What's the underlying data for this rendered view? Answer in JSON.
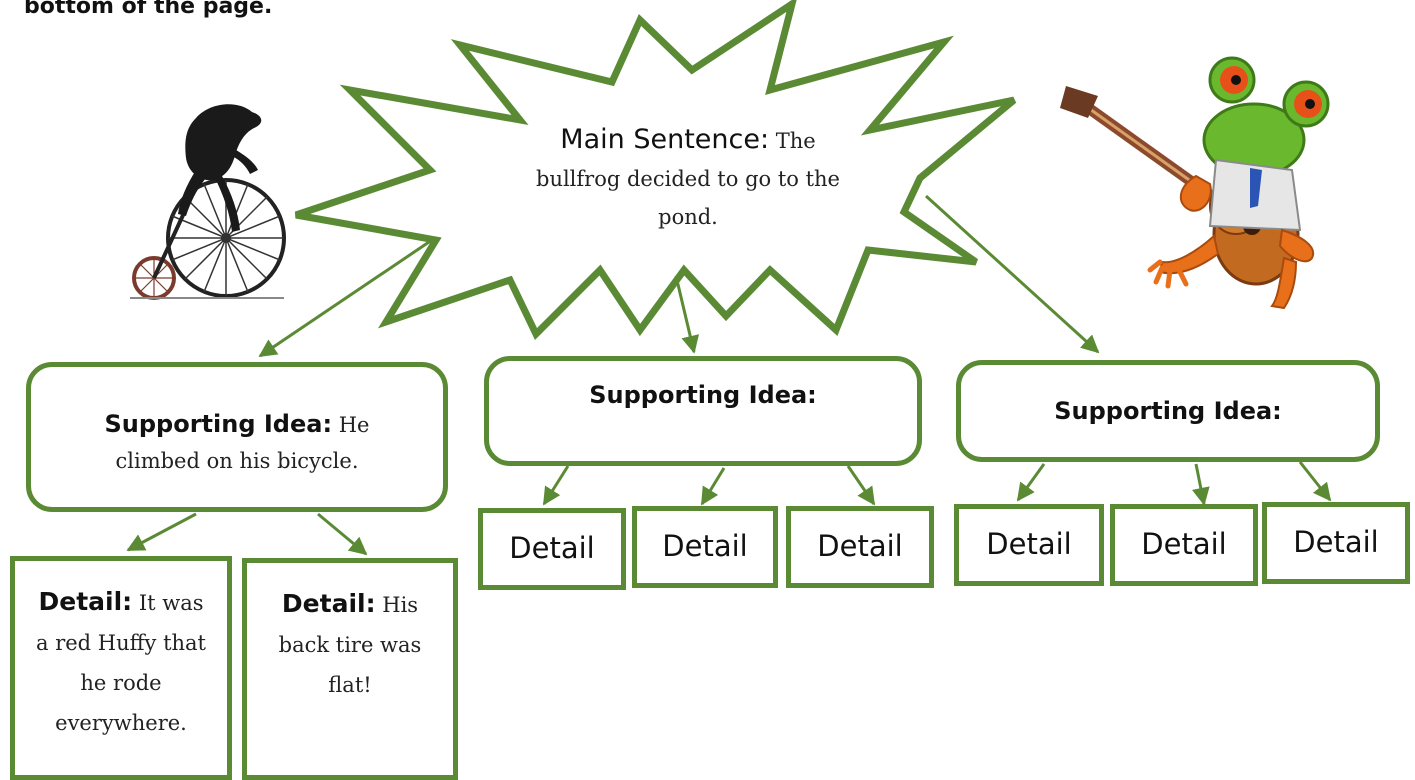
{
  "header": {
    "fragment": "bottom of the page."
  },
  "main": {
    "label": "Main Sentence:",
    "text": " The bullfrog decided to go to the pond."
  },
  "supporting": [
    {
      "label": "Supporting Idea:",
      "text": " He climbed on his bicycle."
    },
    {
      "label": "Supporting Idea:",
      "text": ""
    },
    {
      "label": "Supporting Idea:",
      "text": ""
    }
  ],
  "details_left": [
    {
      "label": "Detail:",
      "text": " It was a red Huffy that he rode everywhere."
    },
    {
      "label": "Detail:",
      "text": " His back tire was flat!"
    }
  ],
  "details_middle": [
    "Detail",
    "Detail",
    "Detail"
  ],
  "details_right": [
    "Detail",
    "Detail",
    "Detail"
  ],
  "images": [
    "penny-farthing-frog-icon",
    "guitar-frog-icon"
  ],
  "colors": {
    "outline": "#5b8a34",
    "arrow": "#5b8a34"
  }
}
